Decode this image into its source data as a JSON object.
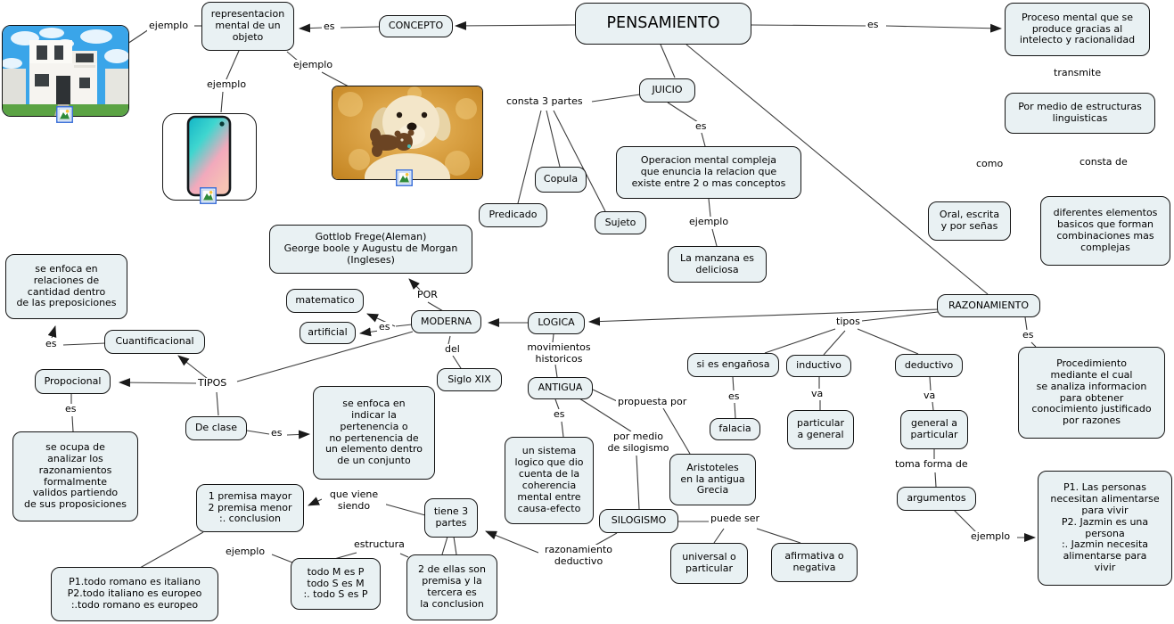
{
  "palette": {
    "node_fill": "#e9f1f3",
    "node_border": "#141414",
    "line": "#3c3c3c",
    "label_bg": "#ffffff",
    "badge_border": "#3a6fd8"
  },
  "icons": {
    "resource_badge": "image-icon"
  },
  "nodes": {
    "pensamiento": "PENSAMIENTO",
    "concepto": "CONCEPTO",
    "representacion": "representacion\nmental de un\nobjeto",
    "proceso_mental": "Proceso mental que se\nproduce gracias al\nintelecto y racionalidad",
    "estructuras": "Por medio de estructuras\nlinguisticas",
    "oral": "Oral, escrita\ny por señas",
    "diferentes_elementos": "diferentes elementos\nbasicos que forman\ncombinaciones mas\ncomplejas",
    "juicio": "JUICIO",
    "copula": "Copula",
    "predicado": "Predicado",
    "sujeto": "Sujeto",
    "operacion": "Operacion mental compleja\nque enuncia la relacion que\nexiste entre 2 o mas conceptos",
    "manzana": "La manzana es\ndeliciosa",
    "gottlob": "Gottlob Frege(Aleman)\nGeorge boole y Augustu de Morgan\n(Ingleses)",
    "matematico": "matematico",
    "artificial": "artificial",
    "moderna": "MODERNA",
    "logica": "LOGICA",
    "siglo_xix": "Siglo XIX",
    "antigua": "ANTIGUA",
    "enfoca_relaciones": "se enfoca en\nrelaciones de\ncantidad dentro\nde las preposiciones",
    "cuantificacional": "Cuantificacional",
    "propocional": "Propocional",
    "de_clase": "De clase",
    "se_ocupa": "se ocupa de\nanalizar los\nrazonamientos\nformalmente\nvalidos partiendo\nde sus proposiciones",
    "enfoca_indicar": "se enfoca en\nindicar la\npertenencia o\nno pertenencia de\nun elemento dentro\nde un conjunto",
    "premisas": "1 premisa mayor\n2 premisa menor\n:. conclusion",
    "romano": "P1.todo romano es italiano\nP2.todo italiano es europeo\n:.todo romano es europeo",
    "todo_m": "todo M es P\ntodo S es M\n:. todo S es P",
    "dos_de_ellas": "2 de ellas son\npremisa y la\ntercera es\nla conclusion",
    "tiene_3_partes": "tiene 3\npartes",
    "un_sistema": "un sistema\nlogico que dio\ncuenta de la\ncoherencia\nmental entre\ncausa-efecto",
    "aristoteles": "Aristoteles\nen la antigua\nGrecia",
    "silogismo": "SILOGISMO",
    "universal": "universal o\nparticular",
    "afirmativa": "afirmativa o\nnegativa",
    "enganosa": "si es engañosa",
    "inductivo": "inductivo",
    "deductivo": "deductivo",
    "falacia": "falacia",
    "particular_a_general": "particular\na general",
    "general_a_particular": "general a\nparticular",
    "argumentos": "argumentos",
    "razonamiento": "RAZONAMIENTO",
    "procedimiento": "Procedimiento\nmediante el cual\nse analiza informacion\npara obtener\nconocimiento justificado\npor razones",
    "personas": "P1. Las personas\nnecesitan alimentarse\npara vivir\nP2. Jazmin es una\npersona\n:. Jazmin necesita\nalimentarse para\nvivir"
  },
  "labels": {
    "ejemplo": "ejemplo",
    "es": "es",
    "va": "va",
    "transmite": "transmite",
    "como": "como",
    "consta_de": "consta de",
    "consta_3_partes": "consta 3 partes",
    "por": "POR",
    "del": "del",
    "movimientos": "movimientos\nhistoricos",
    "tipos_min": "tipos",
    "tipos_may": "TIPOS",
    "toma_forma": "toma forma de",
    "propuesta_por": "propuesta por",
    "por_medio": "por medio\nde silogismo",
    "raz_deductivo": "razonamiento\ndeductivo",
    "puede_ser": "puede ser",
    "que_viene": "que viene\nsiendo",
    "estructura": "estructura"
  },
  "edges": [
    [
      143,
      49,
      167,
      33,
      0
    ],
    [
      218,
      29,
      226,
      29,
      0
    ],
    [
      363,
      31,
      336,
      32,
      1
    ],
    [
      382,
      31,
      425,
      30,
      0
    ],
    [
      645,
      28,
      511,
      29,
      1
    ],
    [
      842,
      28,
      972,
      29,
      0
    ],
    [
      994,
      29,
      1123,
      32,
      1
    ],
    [
      268,
      57,
      253,
      91,
      0
    ],
    [
      250,
      103,
      248,
      126,
      0
    ],
    [
      322,
      58,
      334,
      68,
      0
    ],
    [
      361,
      81,
      391,
      97,
      0
    ],
    [
      741,
      50,
      757,
      87,
      0
    ],
    [
      770,
      50,
      1108,
      330,
      0
    ],
    [
      718,
      106,
      664,
      114,
      0
    ],
    [
      607,
      124,
      581,
      228,
      0
    ],
    [
      613,
      124,
      628,
      187,
      0
    ],
    [
      621,
      124,
      679,
      237,
      0
    ],
    [
      749,
      115,
      783,
      137,
      0
    ],
    [
      787,
      149,
      791,
      164,
      0
    ],
    [
      795,
      223,
      797,
      243,
      0
    ],
    [
      799,
      257,
      804,
      276,
      0
    ],
    [
      497,
      349,
      480,
      339,
      0
    ],
    [
      471,
      325,
      459,
      313,
      1
    ],
    [
      443,
      366,
      412,
      352,
      1
    ],
    [
      425,
      371,
      404,
      374,
      1
    ],
    [
      462,
      364,
      444,
      366,
      0
    ],
    [
      593,
      362,
      548,
      362,
      1
    ],
    [
      1052,
      347,
      661,
      361,
      1
    ],
    [
      621,
      375,
      620,
      384,
      0
    ],
    [
      623,
      409,
      625,
      423,
      0
    ],
    [
      505,
      377,
      503,
      386,
      0
    ],
    [
      508,
      399,
      517,
      413,
      0
    ],
    [
      463,
      372,
      266,
      428,
      0
    ],
    [
      233,
      425,
      200,
      399,
      1
    ],
    [
      221,
      430,
      134,
      429,
      1
    ],
    [
      243,
      440,
      245,
      466,
      0
    ],
    [
      118,
      385,
      71,
      387,
      0
    ],
    [
      58,
      379,
      62,
      366,
      1
    ],
    [
      80,
      442,
      80,
      453,
      0
    ],
    [
      81,
      467,
      82,
      484,
      0
    ],
    [
      277,
      483,
      302,
      487,
      0
    ],
    [
      322,
      488,
      347,
      487,
      1
    ],
    [
      623,
      448,
      627,
      459,
      0
    ],
    [
      630,
      473,
      632,
      490,
      0
    ],
    [
      665,
      437,
      692,
      450,
      0
    ],
    [
      744,
      458,
      774,
      509,
      0
    ],
    [
      650,
      447,
      708,
      484,
      0
    ],
    [
      714,
      511,
      717,
      571,
      0
    ],
    [
      692,
      598,
      667,
      612,
      0
    ],
    [
      604,
      620,
      545,
      596,
      1
    ],
    [
      477,
      578,
      430,
      565,
      0
    ],
    [
      361,
      560,
      346,
      567,
      1
    ],
    [
      760,
      585,
      795,
      585,
      0
    ],
    [
      812,
      593,
      801,
      609,
      0
    ],
    [
      849,
      593,
      898,
      609,
      0
    ],
    [
      1052,
      350,
      967,
      360,
      0
    ],
    [
      937,
      369,
      858,
      396,
      0
    ],
    [
      948,
      371,
      924,
      398,
      0
    ],
    [
      962,
      369,
      1030,
      397,
      0
    ],
    [
      822,
      423,
      823,
      438,
      0
    ],
    [
      824,
      452,
      825,
      469,
      0
    ],
    [
      919,
      423,
      919,
      436,
      0
    ],
    [
      920,
      449,
      920,
      460,
      0
    ],
    [
      1043,
      423,
      1044,
      438,
      0
    ],
    [
      1046,
      451,
      1047,
      460,
      0
    ],
    [
      1048,
      504,
      1048,
      515,
      0
    ],
    [
      1049,
      530,
      1050,
      546,
      0
    ],
    [
      1150,
      356,
      1152,
      370,
      0
    ],
    [
      1157,
      384,
      1162,
      389,
      0
    ],
    [
      1070,
      572,
      1095,
      597,
      0
    ],
    [
      1141,
      603,
      1161,
      603,
      1
    ],
    [
      228,
      597,
      157,
      637,
      0
    ],
    [
      305,
      622,
      328,
      631,
      0
    ],
    [
      400,
      620,
      375,
      627,
      0
    ],
    [
      449,
      621,
      458,
      625,
      0
    ],
    [
      502,
      602,
      496,
      622,
      0
    ],
    [
      509,
      602,
      512,
      622,
      0
    ]
  ]
}
